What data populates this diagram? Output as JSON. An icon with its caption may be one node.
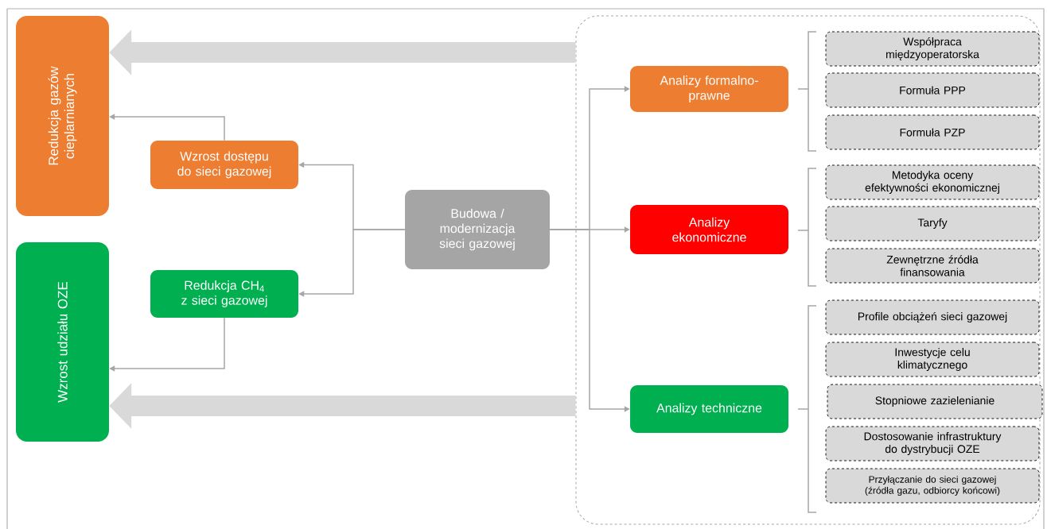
{
  "diagram": {
    "nodes": [
      {
        "text": [
          "Redukcja gazów cieplarnianych"
        ]
      },
      {
        "text": [
          "Wzrost udziału OZE"
        ]
      },
      {
        "text": [
          "Wzrost dostępu do sieci gazowej"
        ]
      },
      {
        "text": [
          "Redukcja CH$_{4}$ z sieci gazowej"
        ]
      },
      {
        "text": [
          "Budowa / modernizacja sieci gazowej"
        ]
      },
      {
        "text": [],
        "shape": "box"
      },
      {
        "text": [
          "Analizy formalno-prawne"
        ],
        "in": 5
      },
      {
        "text": [
          "Analizy ekonomiczne"
        ],
        "in": 5
      },
      {
        "text": [
          "Analizy techniczne"
        ],
        "in": 5
      },
      {
        "text": [
          "Współpraca międzyoperatorska"
        ],
        "in": 5
      },
      {
        "text": [
          "Formuła PPP"
        ],
        "in": 5
      },
      {
        "text": [
          "Formuła PZP"
        ],
        "in": 5
      },
      {
        "text": [
          "Metodyka oceny efektywności ekonomicznej"
        ],
        "in": 5
      },
      {
        "text": [
          "Taryfy"
        ],
        "in": 5
      },
      {
        "text": [
          "Zewnętrzne źródła finansowania"
        ],
        "in": 5
      },
      {
        "text": [
          "Profile obciążeń sieci gazowej"
        ],
        "in": 5
      },
      {
        "text": [
          "Inwestycje celu klimatycznego"
        ],
        "in": 5
      },
      {
        "text": [
          "Stopniowe zazielenianie"
        ],
        "in": 5
      },
      {
        "text": [
          "Dostosowanie infrastruktury do dystrybucji OZE"
        ],
        "in": 5
      },
      {
        "text": [
          "Przyłączanie do sieci gazowej (źródła gazu, odbiorcy końcowi)"
        ],
        "in": 5
      }
    ],
    "edges": [
      {
        "from": 5,
        "to": 0,
        "arrow": "to",
        "style": "thick",
        "color": "#d9d9d9"
      },
      {
        "from": 5,
        "to": 1,
        "arrow": "to",
        "style": "thick",
        "color": "#d9d9d9"
      },
      {
        "from": 2,
        "to": 0,
        "arrow": "to"
      },
      {
        "from": 3,
        "to": 1,
        "arrow": "to"
      },
      {
        "from": 4,
        "to": 2,
        "arrow": "to"
      },
      {
        "from": 4,
        "to": 3,
        "arrow": "to"
      },
      {
        "from": 4,
        "to": 6,
        "arrow": "to"
      },
      {
        "from": 4,
        "to": 7,
        "arrow": "to"
      },
      {
        "from": 4,
        "to": 8,
        "arrow": "to"
      }
    ]
  }
}
